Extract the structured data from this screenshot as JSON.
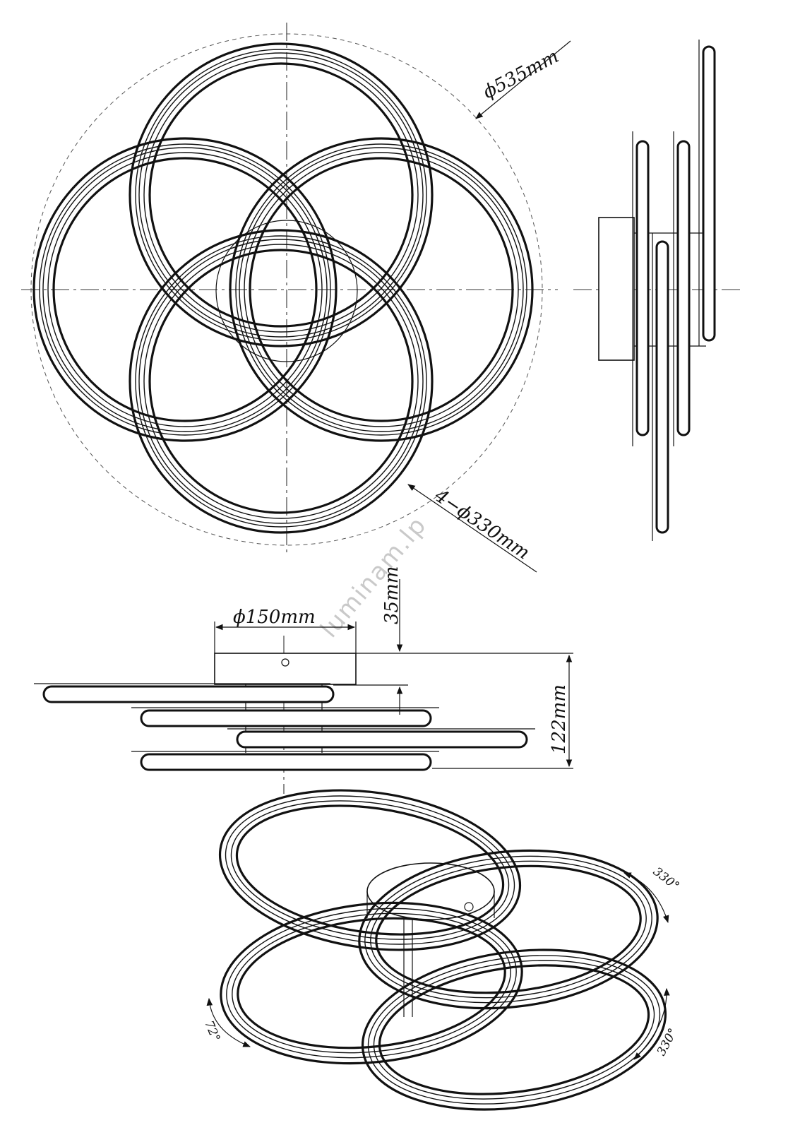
{
  "dimensions": {
    "overall_diameter": "ϕ535mm",
    "ring_diameter": "4−ϕ330mm",
    "base_diameter": "ϕ150mm",
    "base_offset": "35mm",
    "total_height": "122mm"
  },
  "rotation_labels": {
    "left_bottom": "72°",
    "right_top": "330°",
    "right_bottom": "330°"
  },
  "watermark": "luminam.lp"
}
